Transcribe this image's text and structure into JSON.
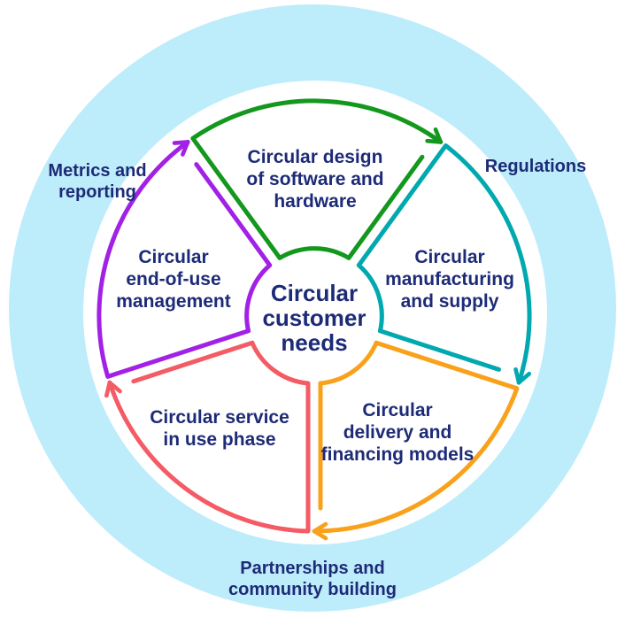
{
  "diagram": {
    "title": "Circular customer needs wheel",
    "type": "cycle-diagram"
  },
  "center": {
    "label": "Circular customer needs",
    "lines": [
      "Circular",
      "customer",
      "needs"
    ]
  },
  "segments": [
    {
      "id": "circular-design",
      "label": "Circular design of software and hardware",
      "lines": [
        "Circular design",
        "of software and",
        "hardware"
      ],
      "color": "#13981d",
      "position": "top"
    },
    {
      "id": "circular-manufacturing",
      "label": "Circular manufacturing and supply",
      "lines": [
        "Circular",
        "manufacturing",
        "and supply"
      ],
      "color": "#00a9af",
      "position": "right"
    },
    {
      "id": "circular-delivery",
      "label": "Circular delivery and financing models",
      "lines": [
        "Circular",
        "delivery and",
        "financing models"
      ],
      "color": "#f9a11b",
      "position": "bottom-right"
    },
    {
      "id": "circular-service",
      "label": "Circular service in use phase",
      "lines": [
        "Circular service",
        "in use phase"
      ],
      "color": "#f45b64",
      "position": "bottom-left"
    },
    {
      "id": "circular-end-of-use",
      "label": "Circular end-of-use management",
      "lines": [
        "Circular",
        "end-of-use",
        "management"
      ],
      "color": "#a121e6",
      "position": "left"
    }
  ],
  "outer_labels": [
    {
      "id": "metrics-and-reporting",
      "label": "Metrics and reporting",
      "lines": [
        "Metrics and",
        "reporting"
      ],
      "position": "top-left"
    },
    {
      "id": "regulations",
      "label": "Regulations",
      "lines": [
        "Regulations"
      ],
      "position": "top-right"
    },
    {
      "id": "partnerships",
      "label": "Partnerships and community building",
      "lines": [
        "Partnerships and",
        "community building"
      ],
      "position": "bottom"
    }
  ],
  "colors": {
    "background": "#ffffff",
    "outer_ring": "#bdecfb",
    "wheel_background": "#ffffff",
    "text": "#1d2b77",
    "green": "#13981d",
    "teal": "#00a9af",
    "orange": "#f9a11b",
    "pink": "#f45b64",
    "purple": "#a121e6"
  },
  "flow": {
    "direction": "clockwise"
  }
}
